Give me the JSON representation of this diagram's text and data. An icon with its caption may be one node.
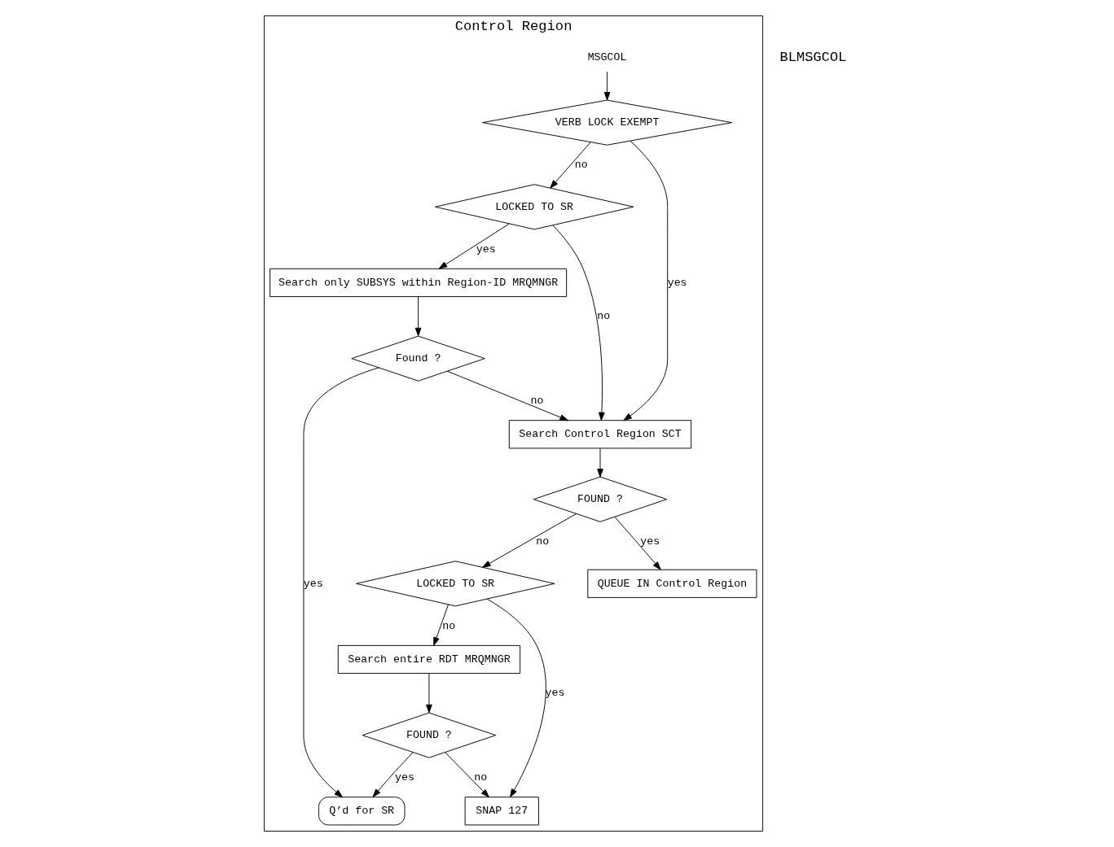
{
  "diagram": {
    "nodes": [
      {
        "text": [
          "Control Region"
        ]
      },
      {
        "text": [
          "MSGCOL"
        ],
        "in": 0
      },
      {
        "text": [
          "VERB LOCK EXEMPT"
        ],
        "in": 0
      },
      {
        "text": [
          "LOCKED TO SR"
        ],
        "in": 0
      },
      {
        "text": [
          "Search Control Region SCT"
        ],
        "in": 0
      },
      {
        "text": [
          "Search only SUBSYS within Region-ID MRQMNGR"
        ],
        "in": 0
      },
      {
        "text": [
          "Found ?"
        ],
        "in": 0
      },
      {
        "text": [
          "Q’d for SR"
        ],
        "in": 0
      },
      {
        "text": [
          "FOUND ?"
        ],
        "in": 0
      },
      {
        "text": [
          "LOCKED TO SR"
        ],
        "in": 0
      },
      {
        "text": [
          "Search entire RDT MRQMNGR"
        ],
        "in": 0
      },
      {
        "text": [
          "QUEUE IN Control Region"
        ],
        "in": 0
      },
      {
        "text": [
          "SNAP 127"
        ],
        "in": 0
      },
      {
        "text": [
          "FOUND ?"
        ],
        "in": 0
      }
    ],
    "edges": [
      {
        "from": 1,
        "to": 2,
        "arrow": "to"
      },
      {
        "from": 2,
        "to": 3,
        "label": "no",
        "arrow": "to"
      },
      {
        "from": 2,
        "to": 4,
        "label": "yes",
        "arrow": "to"
      },
      {
        "from": 3,
        "to": 4,
        "label": "no",
        "arrow": "to"
      },
      {
        "from": 3,
        "to": 5,
        "label": "yes",
        "arrow": "to"
      },
      {
        "from": 5,
        "to": 6,
        "arrow": "to"
      },
      {
        "from": 6,
        "to": 4,
        "label": "no",
        "arrow": "to"
      },
      {
        "from": 6,
        "to": 7,
        "label": "yes",
        "arrow": "to"
      },
      {
        "from": 4,
        "to": 8,
        "arrow": "to"
      },
      {
        "from": 8,
        "to": 9,
        "label": "no",
        "arrow": "to"
      },
      {
        "from": 8,
        "to": 11,
        "label": "yes",
        "arrow": "to"
      },
      {
        "from": 9,
        "to": 10,
        "label": "no",
        "arrow": "to"
      },
      {
        "from": 9,
        "to": 12,
        "label": "yes",
        "arrow": "to"
      },
      {
        "from": 10,
        "to": 13,
        "arrow": "to"
      },
      {
        "from": 13,
        "to": 12,
        "label": "no",
        "arrow": "to"
      },
      {
        "from": 13,
        "to": 7,
        "label": "yes",
        "arrow": "to"
      }
    ],
    "labels": [
      "BLMSGCOL"
    ]
  }
}
